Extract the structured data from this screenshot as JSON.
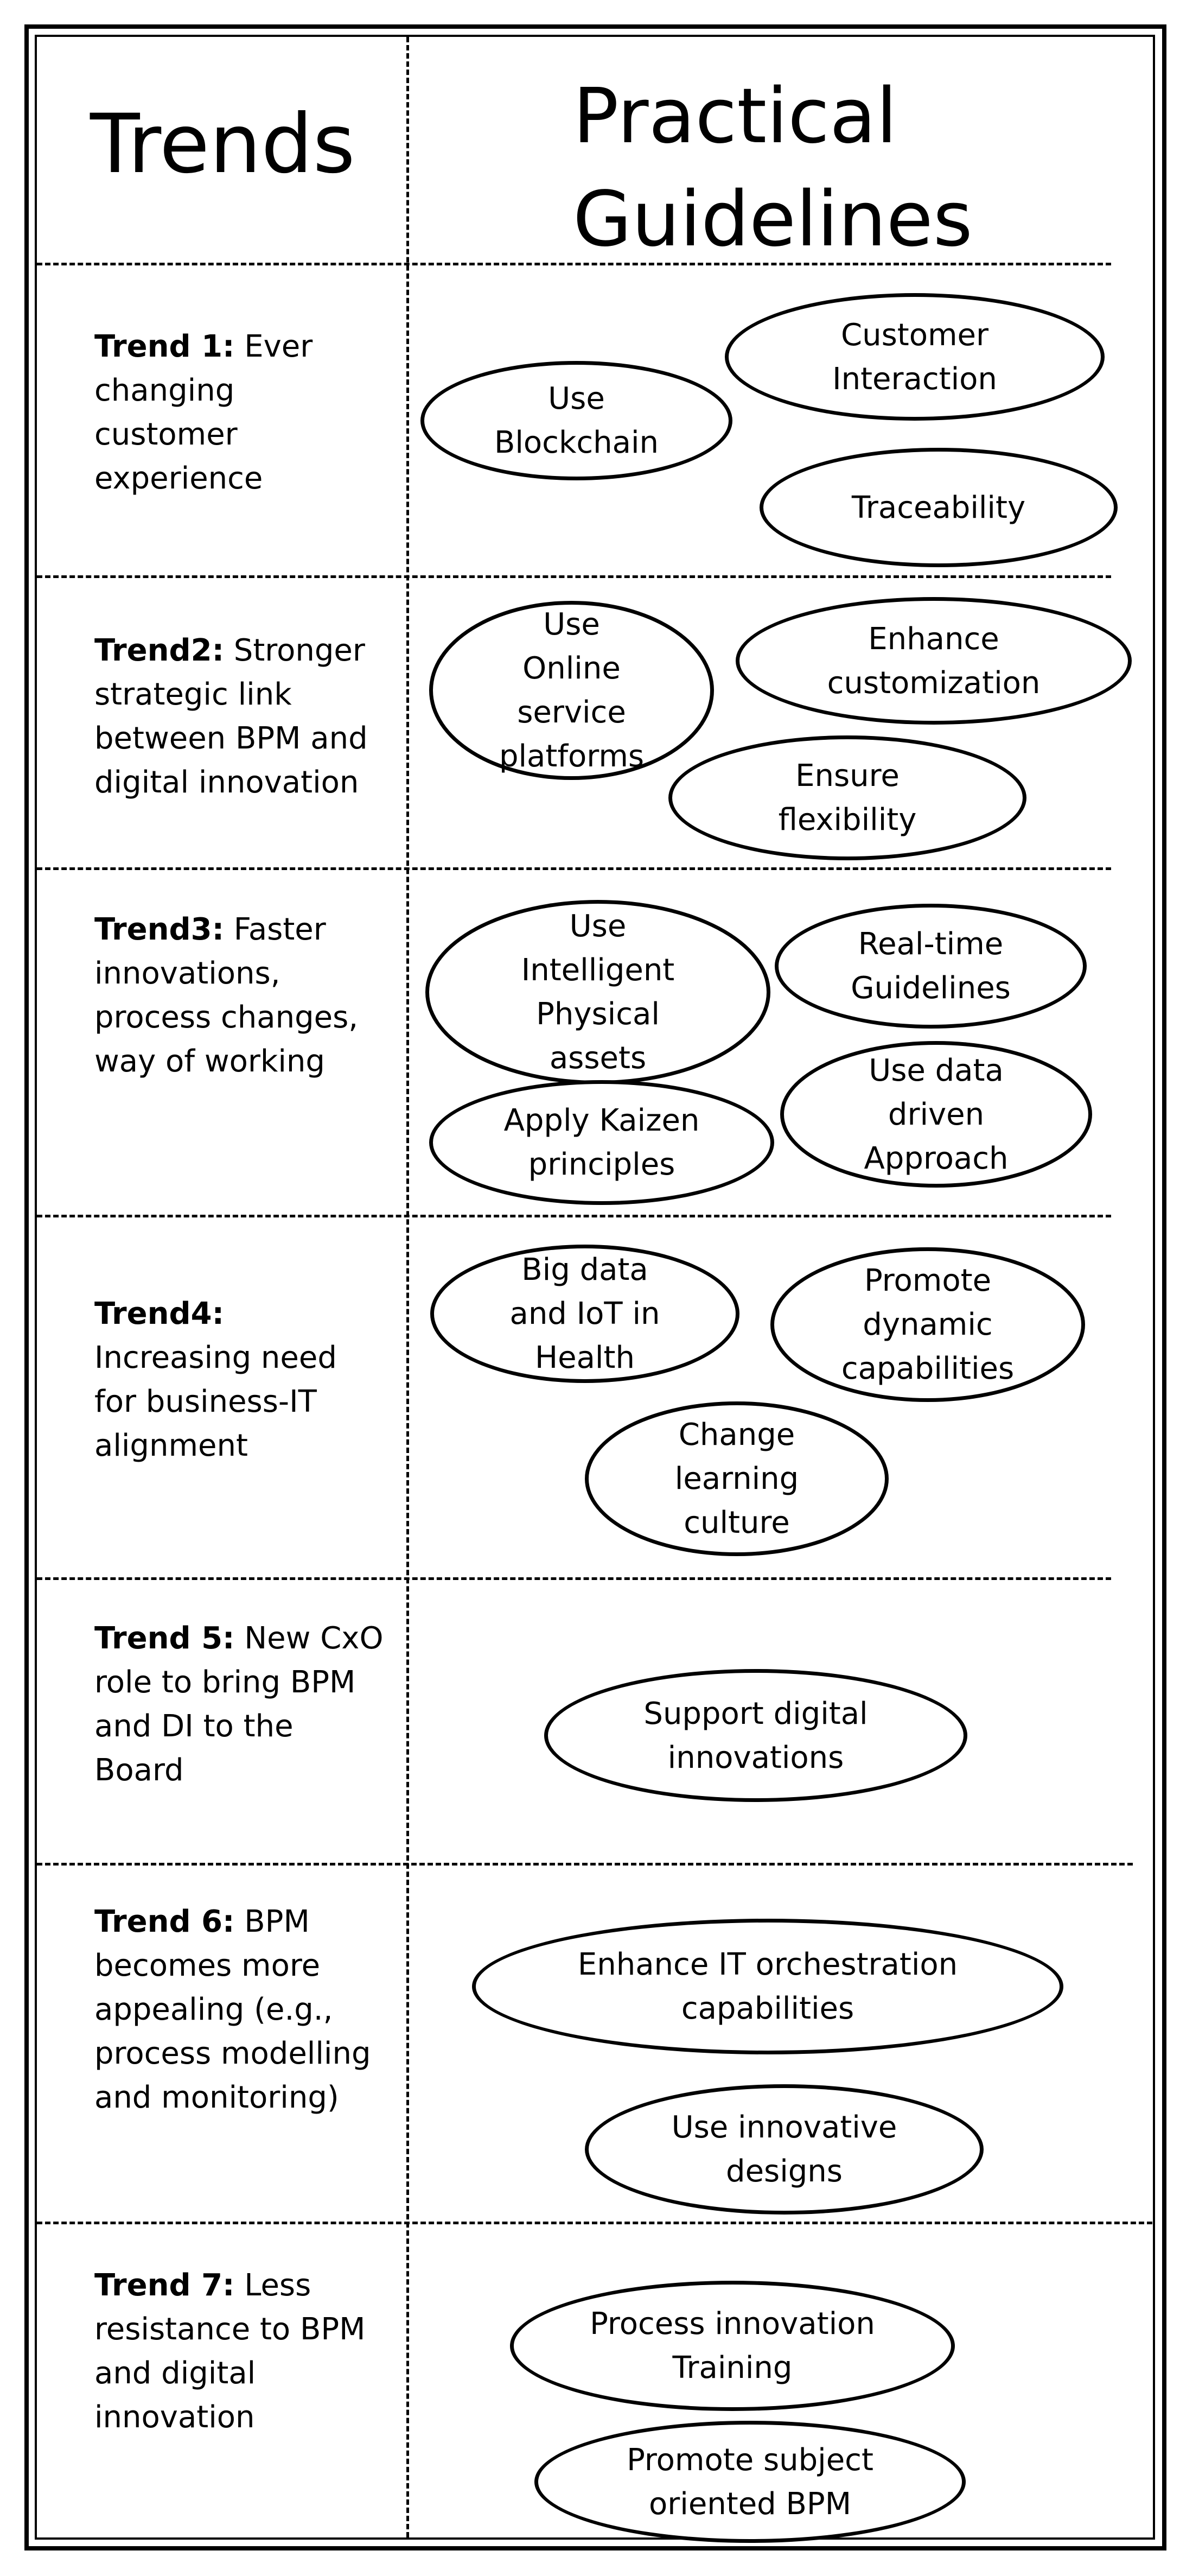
{
  "header": {
    "trends": "Trends",
    "guidelines_line1": "Practical",
    "guidelines_line2": "Guidelines"
  },
  "trends": [
    {
      "bold": "Trend 1:",
      "l1": " Ever",
      "l2": "changing",
      "l3": "customer",
      "l4": "experience"
    },
    {
      "bold": "Trend2:",
      "l1": " Stronger",
      "l2": "strategic link",
      "l3": "between BPM and",
      "l4": "digital innovation"
    },
    {
      "bold": "Trend3:",
      "l1": " Faster",
      "l2": "innovations,",
      "l3": "process changes,",
      "l4": "way of working"
    },
    {
      "bold": "Trend4:",
      "l1": "",
      "l2": "Increasing need",
      "l3": "for business-IT",
      "l4": "alignment"
    },
    {
      "bold": "Trend 5:",
      "l1": " New CxO",
      "l2": "role to bring BPM",
      "l3": "and DI to the",
      "l4": "Board"
    },
    {
      "bold": "Trend 6:",
      "l1": " BPM",
      "l2": "becomes more",
      "l3": "appealing (e.g.,",
      "l4": "process modelling",
      "l5": "and monitoring)"
    },
    {
      "bold": "Trend 7:",
      "l1": " Less",
      "l2": "resistance to BPM",
      "l3": "and digital",
      "l4": "innovation"
    }
  ],
  "guidelines": {
    "use_blockchain": [
      "Use",
      "Blockchain"
    ],
    "customer_interaction": [
      "Customer",
      "Interaction"
    ],
    "traceability": [
      "Traceability"
    ],
    "online_service_platforms": [
      "Use",
      "Online",
      "service",
      "platforms"
    ],
    "enhance_customization": [
      "Enhance",
      "customization"
    ],
    "ensure_flexibility": [
      "Ensure",
      "flexibility"
    ],
    "intelligent_physical_assets": [
      "Use",
      "Intelligent",
      "Physical",
      "assets"
    ],
    "realtime_guidelines": [
      "Real-time",
      "Guidelines"
    ],
    "apply_kaizen": [
      "Apply Kaizen",
      "principles"
    ],
    "data_driven_approach": [
      "Use data",
      "driven",
      "Approach"
    ],
    "big_data_iot": [
      "Big data",
      "and IoT in",
      "Health"
    ],
    "dynamic_capabilities": [
      "Promote",
      "dynamic",
      "capabilities"
    ],
    "change_learning_culture": [
      "Change",
      "learning",
      "culture"
    ],
    "support_digital_innovations": [
      "Support digital",
      "innovations"
    ],
    "enhance_it_orchestration": [
      "Enhance IT orchestration",
      "capabilities"
    ],
    "innovative_designs": [
      "Use innovative",
      "designs"
    ],
    "process_innovation_training": [
      "Process innovation",
      "Training"
    ],
    "subject_oriented_bpm": [
      "Promote subject",
      "oriented BPM"
    ]
  }
}
